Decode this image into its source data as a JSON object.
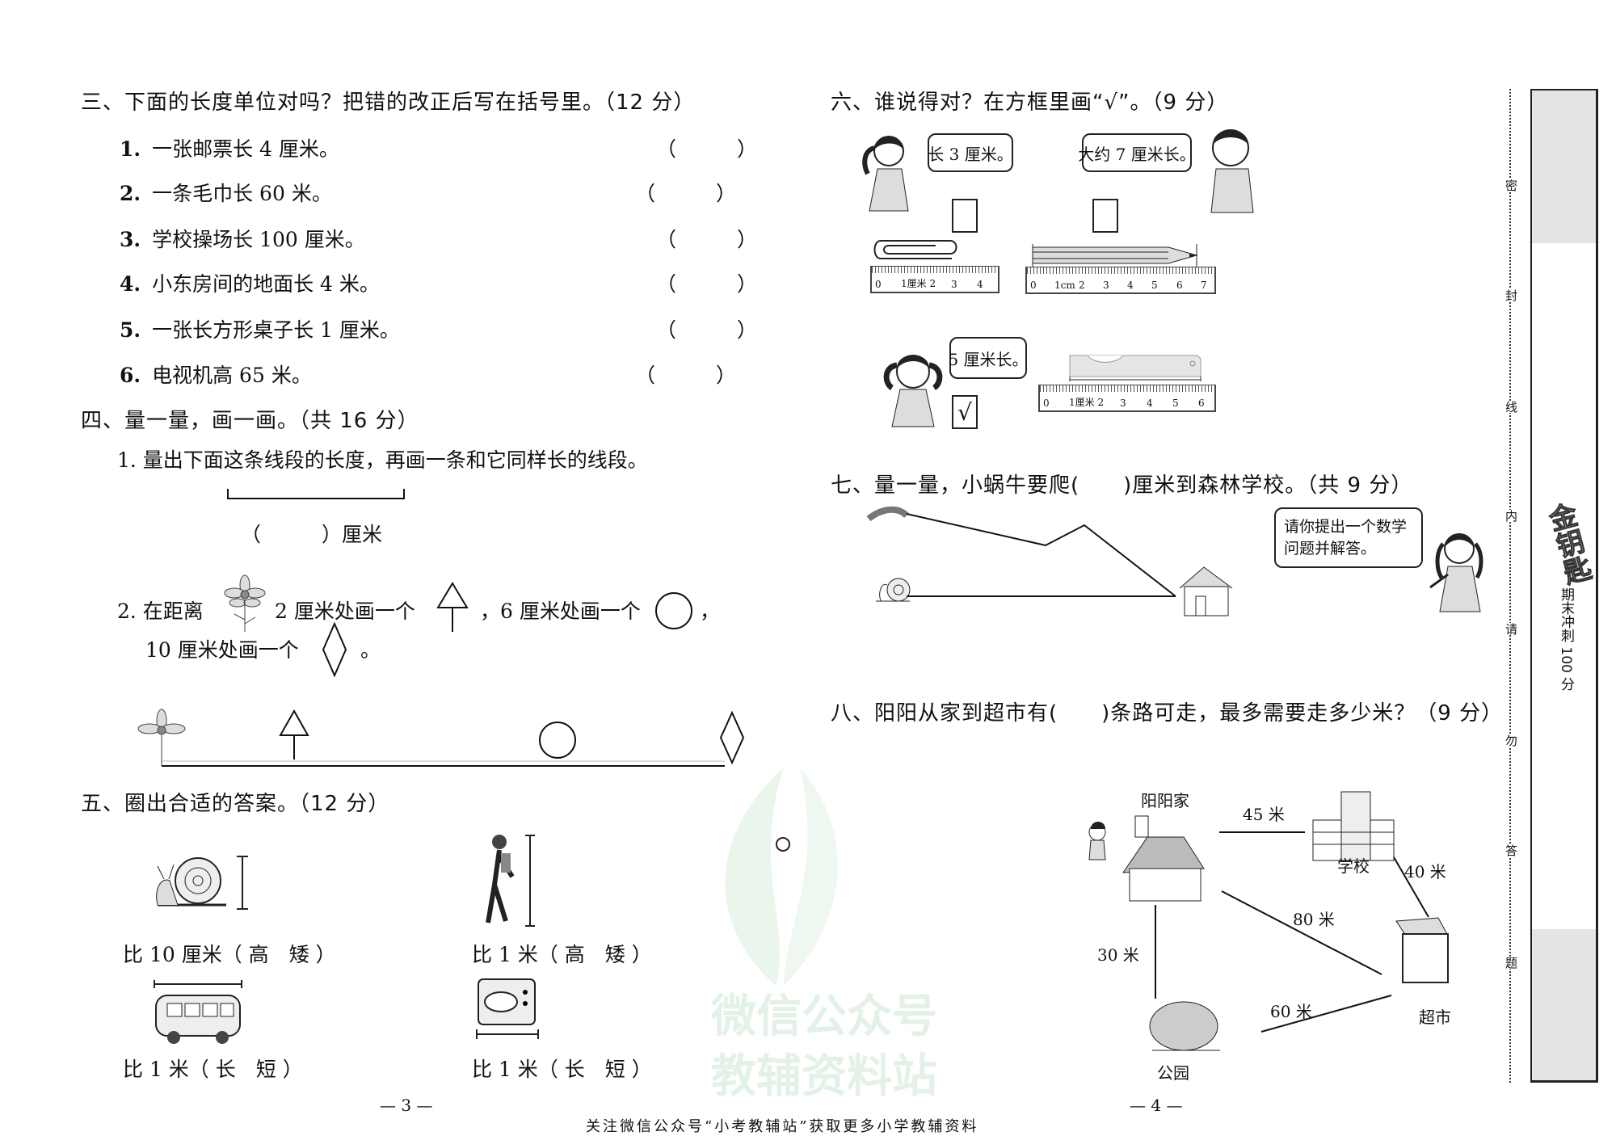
{
  "left": {
    "s3": {
      "title": "三、下面的长度单位对吗？把错的改正后写在括号里。（12 分）",
      "items": [
        {
          "n": "1.",
          "t": "一张邮票长 4 厘米。"
        },
        {
          "n": "2.",
          "t": "一条毛巾长 60 米。"
        },
        {
          "n": "3.",
          "t": "学校操场长 100 厘米。"
        },
        {
          "n": "4.",
          "t": "小东房间的地面长 4 米。"
        },
        {
          "n": "5.",
          "t": "一张长方形桌子长 1 厘米。"
        },
        {
          "n": "6.",
          "t": "电视机高 65 米。"
        }
      ],
      "paren": "（　　　）"
    },
    "s4": {
      "title": "四、量一量，画一画。（共 16 分）",
      "q1": "1.  量出下面这条线段的长度，再画一条和它同样长的线段。",
      "q1_answer": "（　　　）厘米",
      "q2_a": "2.  在距离",
      "q2_b": "2 厘米处画一个",
      "q2_c": "，6 厘米处画一个",
      "q2_d": "，",
      "q2_e": "10 厘米处画一个",
      "q2_f": "。"
    },
    "s5": {
      "title": "五、圈出合适的答案。（12 分）",
      "items": [
        "比 10 厘米（ 高　矮 ）",
        "比 1 米（ 高　矮 ）",
        "比 1 米（ 长　短 ）",
        "比 1 米（ 长　短 ）"
      ]
    },
    "page_number": "— 3 —"
  },
  "right": {
    "s6": {
      "title": "六、谁说得对？在方框里画“√”。（9 分）",
      "bubbles": [
        "长 3 厘米。",
        "大约 7 厘米长。",
        "5 厘米长。"
      ],
      "checks": [
        "",
        "",
        "√"
      ],
      "ruler1": [
        "0",
        "1厘米 2",
        "3",
        "4"
      ],
      "ruler2": [
        "0",
        "1cm",
        "2",
        "3",
        "4",
        "5",
        "6",
        "7"
      ],
      "ruler3": [
        "0",
        "1厘米 2",
        "3",
        "4",
        "5",
        "6"
      ]
    },
    "s7": {
      "title": "七、量一量，小蜗牛要爬(　　)厘米到森林学校。（共 9 分）",
      "bubble": "请你提出一个数学问题并解答。"
    },
    "s8": {
      "title": "八、阳阳从家到超市有(　　)条路可走，最多需要走多少米？（9 分）",
      "places": {
        "home": "阳阳家",
        "school": "学校",
        "market": "超市",
        "park": "公园"
      },
      "distances": {
        "home_school": "45 米",
        "school_market": "40 米",
        "home_market": "80 米",
        "home_park": "30 米",
        "park_market": "60 米"
      }
    },
    "page_number": "— 4 —"
  },
  "sidebar": {
    "seal_chars": [
      "密",
      "封",
      "线",
      "内",
      "请",
      "勿",
      "答",
      "题"
    ],
    "logo": "金钥匙",
    "subtitle": "期末冲刺 100 分"
  },
  "watermark": [
    "微信公众号",
    "教辅资料站"
  ],
  "footer": "关注微信公众号“小考教辅站”获取更多小学教辅资料"
}
